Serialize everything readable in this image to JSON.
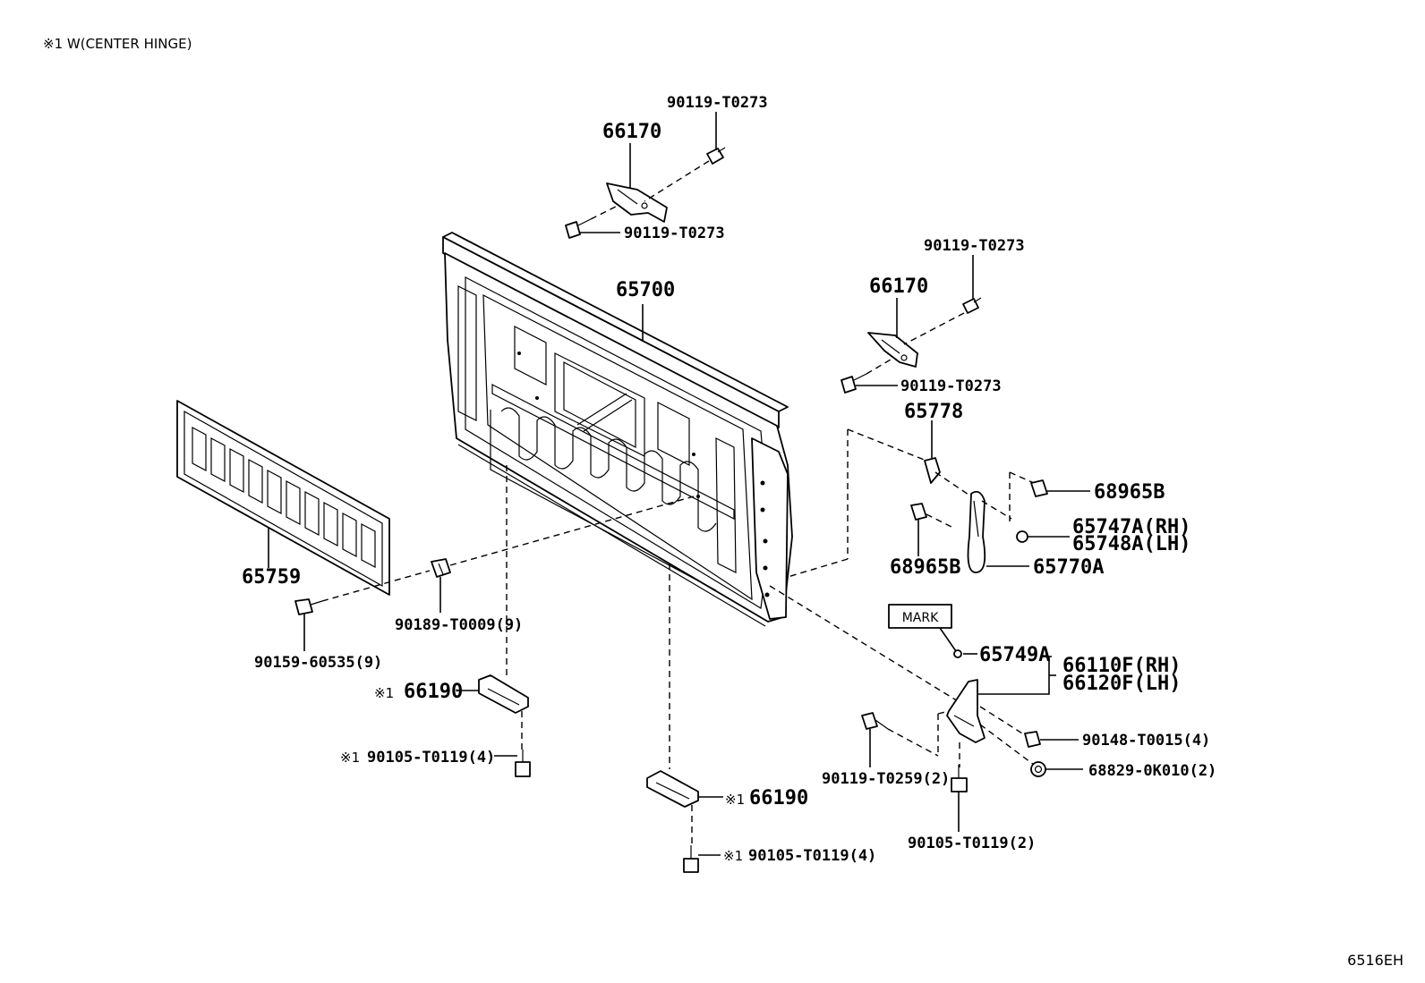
{
  "note": "※1 W(CENTER HINGE)",
  "diagram_code": "6516EH",
  "mark_label": "MARK",
  "labels": {
    "l_66170_top": "66170",
    "l_90119_top1": "90119-T0273",
    "l_90119_top2": "90119-T0273",
    "l_65700": "65700",
    "l_66170_right": "66170",
    "l_90119_r1": "90119-T0273",
    "l_90119_r2": "90119-T0273",
    "l_65778": "65778",
    "l_68965B_a": "68965B",
    "l_65747A": "65747A(RH)",
    "l_65748A": "65748A(LH)",
    "l_68965B_b": "68965B",
    "l_65770A": "65770A",
    "l_65759": "65759",
    "l_90189": "90189-T0009(9)",
    "l_90159": "90159-60535(9)",
    "l_66190_left": "66190",
    "l_90105_left": "90105-T0119(4)",
    "l_65749A": "65749A",
    "l_66110F": "66110F(RH)",
    "l_66120F": "66120F(LH)",
    "l_90148": "90148-T0015(4)",
    "l_90119_t0259": "90119-T0259(2)",
    "l_68829": "68829-0K010(2)",
    "l_90105_center": "90105-T0119(2)",
    "l_66190_bottom": "66190",
    "l_90105_bottom": "90105-T0119(4)"
  },
  "marks": {
    "m_66190_left": "※1",
    "m_90105_left": "※1",
    "m_66190_bottom": "※1",
    "m_90105_bottom": "※1"
  }
}
